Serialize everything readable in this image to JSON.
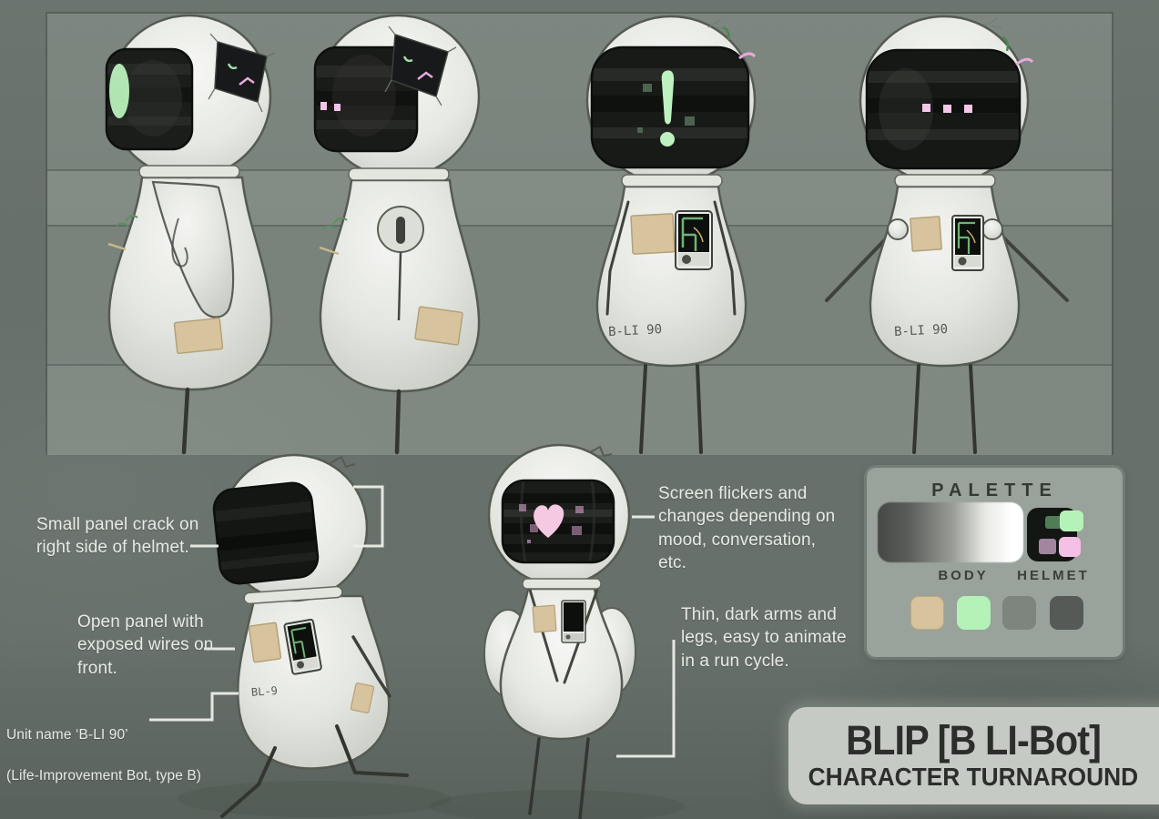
{
  "annotations": {
    "crack_note": "Small panel crack on\nright side of helmet.",
    "open_panel_note": "Open panel with\nexposed wires on\nfront.",
    "unit_name_line1": "Unit name ‘B-LI 90’",
    "unit_name_line2": "(Life-Improvement Bot, type B)",
    "screen_note": "Screen flickers and\nchanges depending on\nmood, conversation, etc.",
    "limbs_note": "Thin, dark arms and\nlegs, easy to animate\nin a run cycle."
  },
  "markings": {
    "front_view": "B-LI 90",
    "arms_out_view": "B-LI 90",
    "run_pose": "BL-9"
  },
  "palette": {
    "title": "PALETTE",
    "body_label": "BODY",
    "helmet_label": "HELMET",
    "body_gradient": [
      "#454845",
      "#9b9e99",
      "#ffffff"
    ],
    "helmet_base": "#141614",
    "helmet_accents": [
      {
        "name": "mint",
        "hex": "#b5f2b8"
      },
      {
        "name": "dark-green",
        "hex": "#4f7d55"
      },
      {
        "name": "pink",
        "hex": "#f5c0e6"
      },
      {
        "name": "mauve",
        "hex": "#a286a0"
      }
    ],
    "swatches": [
      {
        "name": "tan",
        "hex": "#d7c39c"
      },
      {
        "name": "mint-green",
        "hex": "#b5f2b8"
      },
      {
        "name": "grey",
        "hex": "#7e847e"
      },
      {
        "name": "charcoal",
        "hex": "#565a56"
      }
    ]
  },
  "title_block": {
    "name": "BLIP [B LI-Bot]",
    "subtitle": "CHARACTER TURNAROUND"
  },
  "colors": {
    "background": "#67706a",
    "wall_panel": "#79837c",
    "screen_black": "#171917",
    "accent_mint": "#b9f0bc",
    "accent_pink": "#f3c3e8",
    "callout_white": "#eceee8"
  }
}
